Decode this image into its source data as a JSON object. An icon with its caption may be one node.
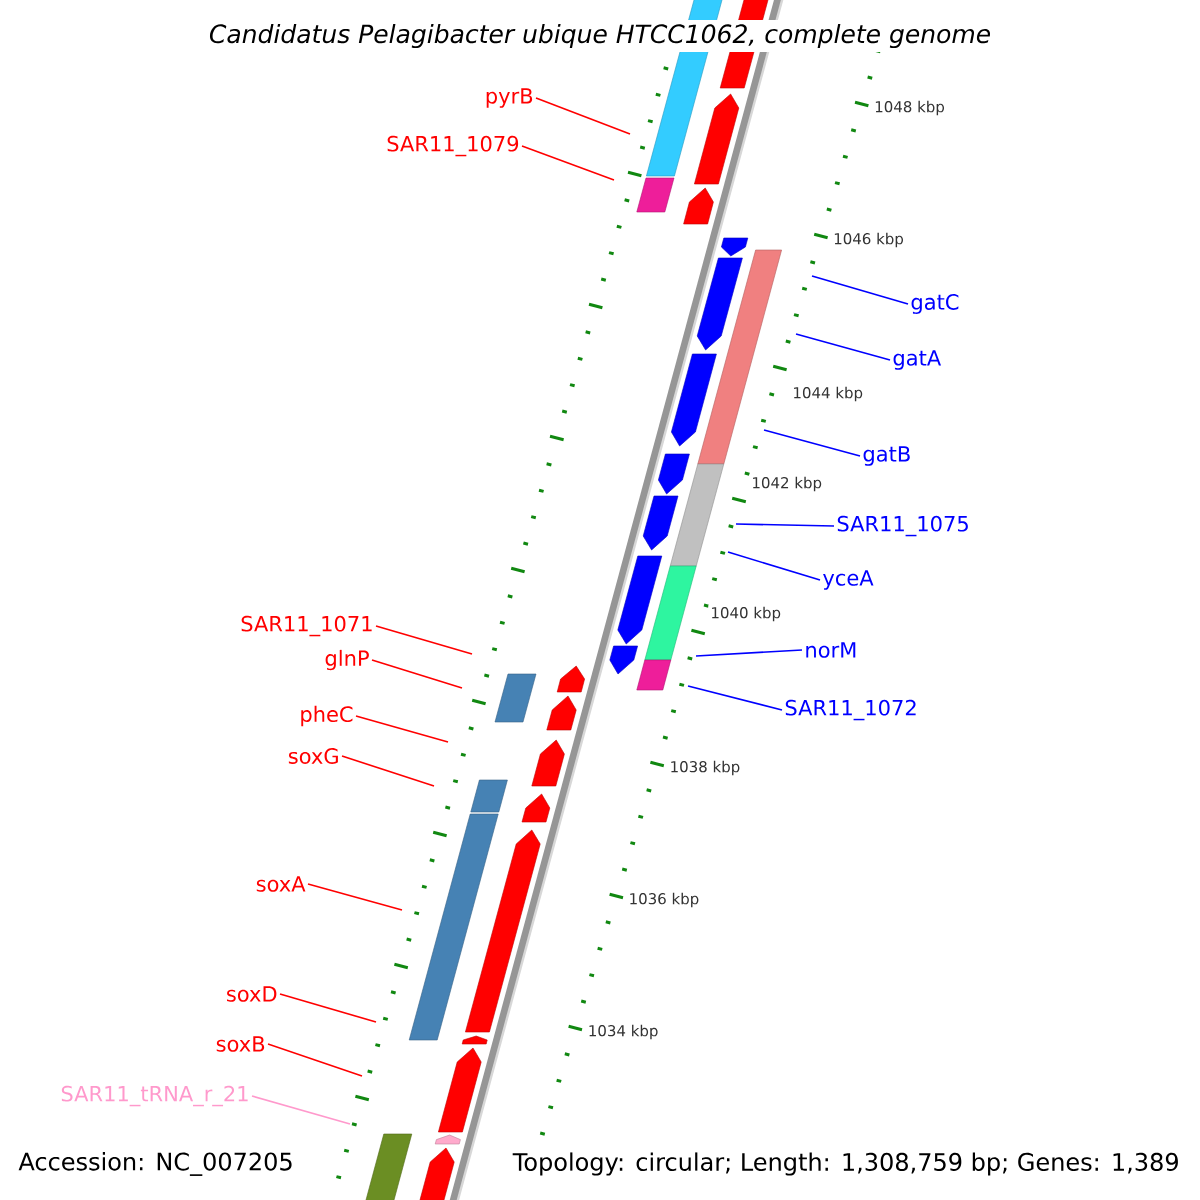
{
  "diagram": {
    "title": "Candidatus Pelagibacter ubique HTCC1062, complete genome",
    "nodes": [
      {
        "text": [
          "pyrB"
        ]
      },
      {
        "text": [
          "SAR11_1079"
        ]
      },
      {
        "text": [
          "gatC"
        ]
      },
      {
        "text": [
          "gatA"
        ]
      },
      {
        "text": [
          "gatB"
        ]
      },
      {
        "text": [
          "SAR11_1075"
        ]
      },
      {
        "text": [
          "yceA"
        ]
      },
      {
        "text": [
          "SAR11_1071"
        ]
      },
      {
        "text": [
          "norM"
        ]
      },
      {
        "text": [
          "glnP"
        ]
      },
      {
        "text": [
          "SAR11_1072"
        ]
      },
      {
        "text": [
          "pheC"
        ]
      },
      {
        "text": [
          "soxG"
        ]
      },
      {
        "text": [
          "soxA"
        ]
      },
      {
        "text": [
          "soxD"
        ]
      },
      {
        "text": [
          "soxB"
        ]
      },
      {
        "text": [
          "SAR11_tRNA_r_21"
        ]
      }
    ],
    "edges": [
      {
        "from": 0,
        "to": null,
        "arrow": "none"
      },
      {
        "from": 1,
        "to": null,
        "arrow": "none"
      },
      {
        "from": 2,
        "to": null,
        "arrow": "none",
        "color": "#0000ff"
      },
      {
        "from": 3,
        "to": null,
        "arrow": "none",
        "color": "#0000ff"
      },
      {
        "from": 4,
        "to": null,
        "arrow": "none",
        "color": "#0000ff"
      },
      {
        "from": 5,
        "to": null,
        "arrow": "none",
        "color": "#0000ff"
      },
      {
        "from": 6,
        "to": null,
        "arrow": "none",
        "color": "#0000ff"
      },
      {
        "from": 7,
        "to": null,
        "arrow": "none"
      },
      {
        "from": 8,
        "to": null,
        "arrow": "none",
        "color": "#0000ff"
      },
      {
        "from": 9,
        "to": null,
        "arrow": "none"
      },
      {
        "from": 10,
        "to": null,
        "arrow": "none",
        "color": "#0000ff"
      },
      {
        "from": 11,
        "to": null,
        "arrow": "none"
      },
      {
        "from": 12,
        "to": null,
        "arrow": "none"
      },
      {
        "from": 13,
        "to": null,
        "arrow": "none"
      },
      {
        "from": 14,
        "to": null,
        "arrow": "none"
      },
      {
        "from": 15,
        "to": null,
        "arrow": "none"
      },
      {
        "from": 16,
        "to": null,
        "arrow": "none",
        "color": "#ff99cc"
      }
    ],
    "labels": [
      "1048 kbp",
      "1046 kbp",
      "1044 kbp",
      "1042 kbp",
      "1040 kbp",
      "1038 kbp",
      "1036 kbp",
      "1034 kbp",
      "Accession: NC_007205",
      "Topology: circular; Length: 1,308,759 bp; Genes: 1,389"
    ]
  }
}
